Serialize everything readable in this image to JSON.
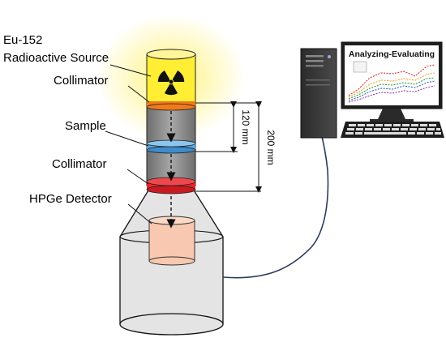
{
  "labels": {
    "source_line1": "Eu-152",
    "source_line2": "Radioactive Source",
    "collimator_top": "Collimator",
    "sample": "Sample",
    "collimator_bottom": "Collimator",
    "detector": "HPGe Detector"
  },
  "dimensions": {
    "inner": "120 mm",
    "outer": "200 mm"
  },
  "screen": {
    "title": "Analyzing-Evaluating"
  },
  "colors": {
    "source_yellow": "#ffee33",
    "glow": "#fff27a",
    "collimator_top": "#f27a1a",
    "sample_blue": "#5aa8e0",
    "collimator_bottom": "#e8242a",
    "detector_crystal": "#f8c8b0",
    "tube_gray": "#8f8f8f",
    "shield_gray": "#e4e4e4"
  }
}
